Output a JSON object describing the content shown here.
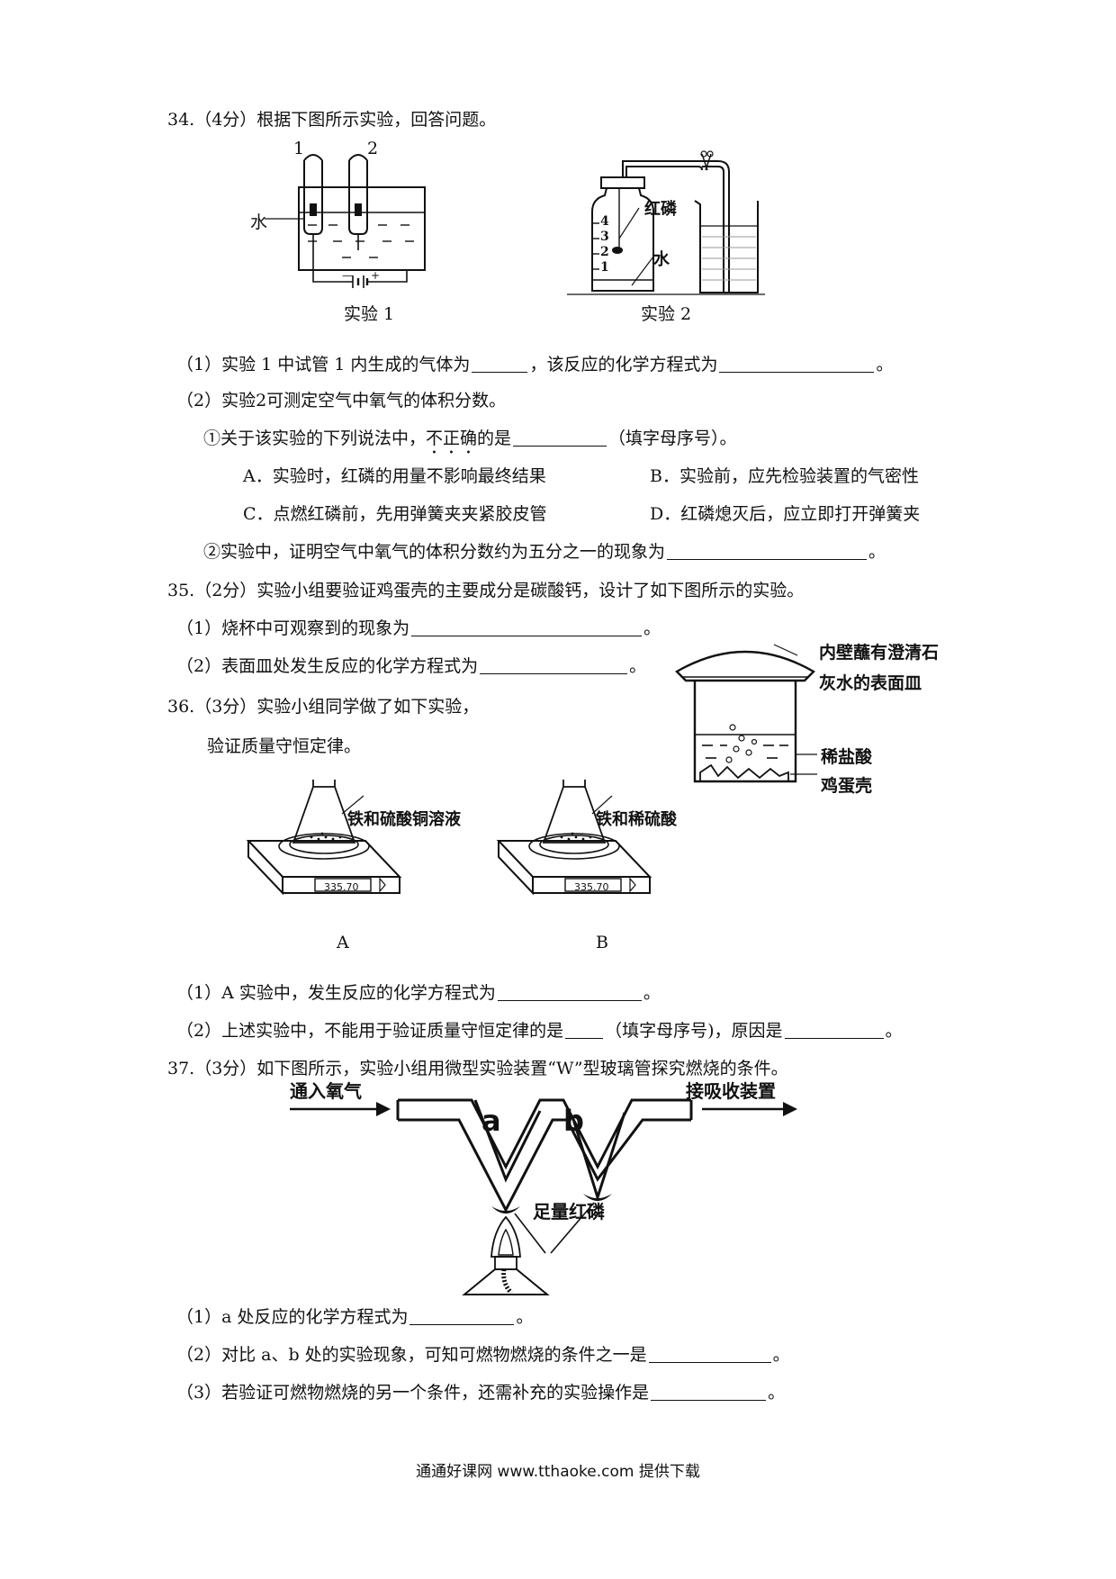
{
  "q34": {
    "stem": "34.（4分）根据下图所示实验，回答问题。",
    "exp1": {
      "tube1": "1",
      "tube2": "2",
      "water": "水",
      "caption": "实验 1"
    },
    "exp2": {
      "red_p": "红磷",
      "water": "水",
      "marks": [
        "4",
        "3",
        "2",
        "1"
      ],
      "caption": "实验 2"
    },
    "p1_a": "（1）实验 1 中试管 1 内生成的气体为",
    "p1_b": "，该反应的化学方程式为",
    "end": "。",
    "p2": "（2）实验2可测定空气中氧气的体积分数。",
    "p2_1_a": "①关于该实验的下列说法中，",
    "p2_1_dot": "不正确",
    "p2_1_b": "的是",
    "p2_1_c": "（填字母序号）。",
    "optA": "A．实验时，红磷的用量不影响最终结果",
    "optB": "B．实验前，应先检验装置的气密性",
    "optC": "C．点燃红磷前，先用弹簧夹夹紧胶皮管",
    "optD": "D．红磷熄灭后，应立即打开弹簧夹",
    "p2_2": "②实验中，证明空气中氧气的体积分数约为五分之一的现象为"
  },
  "q35": {
    "stem": "35.（2分）实验小组要验证鸡蛋壳的主要成分是碳酸钙，设计了如下图所示的实验。",
    "p1": "（1）烧杯中可观察到的现象为",
    "p2": "（2）表面皿处发生反应的化学方程式为",
    "label_dish_1": "内壁蘸有澄清石",
    "label_dish_2": "灰水的表面皿",
    "label_acid": "稀盐酸",
    "label_shell": "鸡蛋壳"
  },
  "q36": {
    "stem_1": "36.（3分）实验小组同学做了如下实验，",
    "stem_2": "验证质量守恒定律。",
    "figA_label": "铁和硫酸铜溶液",
    "figB_label": "铁和稀硫酸",
    "reading": "335.70",
    "capA": "A",
    "capB": "B",
    "p1": "（1）A 实验中，发生反应的化学方程式为",
    "p2_a": "（2）上述实验中，不能用于验证质量守恒定律的是",
    "p2_b": "（填字母序号)，原因是"
  },
  "q37": {
    "stem": "37.（3分）如下图所示，实验小组用微型实验装置“W”型玻璃管探究燃烧的条件。",
    "in_label": "通入氧气",
    "out_label": "接吸收装置",
    "a": "a",
    "b": "b",
    "red_p": "足量红磷",
    "p1": "（1）a 处反应的化学方程式为",
    "p2": "（2）对比 a、b 处的实验现象，可知可燃物燃烧的条件之一是",
    "p3": "（3）若验证可燃物燃烧的另一个条件，还需补充的实验操作是"
  },
  "footer": "通通好课网 www.tthaoke.com 提供下载"
}
